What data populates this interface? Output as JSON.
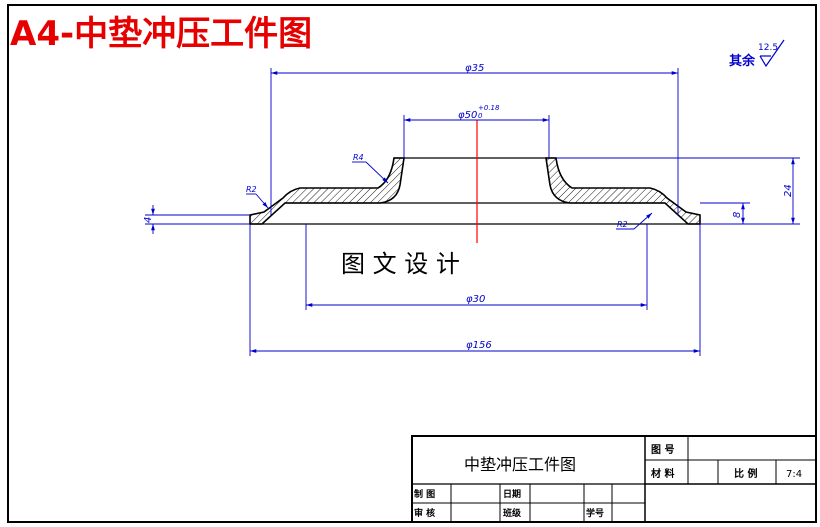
{
  "header": {
    "title": "A4-中垫冲压工件图"
  },
  "surface_finish": {
    "label": "其余",
    "value": "12.5"
  },
  "dimensions": {
    "d35": "φ35",
    "d50": "φ50",
    "d50_tol": "+0.18",
    "d50_tol_low": "0",
    "d30": "φ30",
    "d156": "φ156",
    "h24": "24",
    "h8": "8",
    "h4": "4",
    "r4": "R4",
    "r2_left": "R2",
    "r2_right": "R2"
  },
  "watermark": "图 文 设 计",
  "title_block": {
    "drawing_name": "中垫冲压工件图",
    "drawing_no_label": "图 号",
    "material_label": "材 料",
    "scale_label": "比 例",
    "scale_value": "7:4",
    "drafted_label": "制 图",
    "reviewed_label": "审 核",
    "date_label": "日期",
    "class_label": "班级",
    "student_no_label": "学号"
  },
  "colors": {
    "title_red": "#e60000",
    "dim_blue": "#0000cc",
    "center_red": "#ff0000",
    "outline": "#000000"
  }
}
